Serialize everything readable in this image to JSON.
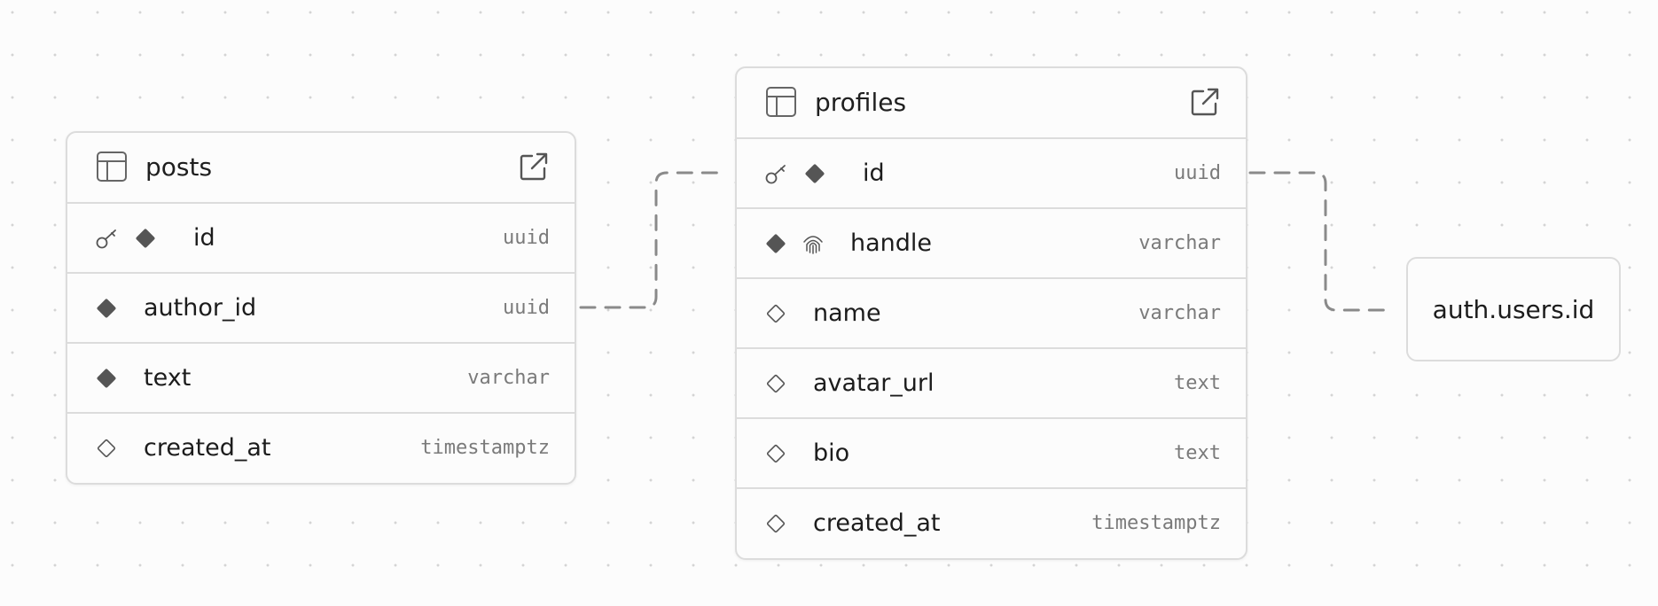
{
  "tables": [
    {
      "name": "posts",
      "columns": [
        {
          "name": "id",
          "type": "uuid",
          "icons": [
            "key-icon",
            "filled-diamond-icon"
          ]
        },
        {
          "name": "author_id",
          "type": "uuid",
          "icons": [
            "filled-diamond-icon"
          ]
        },
        {
          "name": "text",
          "type": "varchar",
          "icons": [
            "filled-diamond-icon"
          ]
        },
        {
          "name": "created_at",
          "type": "timestamptz",
          "icons": [
            "hollow-diamond-icon"
          ]
        }
      ]
    },
    {
      "name": "profiles",
      "columns": [
        {
          "name": "id",
          "type": "uuid",
          "icons": [
            "key-icon",
            "filled-diamond-icon"
          ]
        },
        {
          "name": "handle",
          "type": "varchar",
          "icons": [
            "filled-diamond-icon",
            "fingerprint-icon"
          ]
        },
        {
          "name": "name",
          "type": "varchar",
          "icons": [
            "hollow-diamond-icon"
          ]
        },
        {
          "name": "avatar_url",
          "type": "text",
          "icons": [
            "hollow-diamond-icon"
          ]
        },
        {
          "name": "bio",
          "type": "text",
          "icons": [
            "hollow-diamond-icon"
          ]
        },
        {
          "name": "created_at",
          "type": "timestamptz",
          "icons": [
            "hollow-diamond-icon"
          ]
        }
      ]
    }
  ],
  "reference": {
    "label": "auth.users.id"
  },
  "relations": [
    {
      "from": "posts.author_id",
      "to": "profiles.id"
    },
    {
      "from": "profiles.id",
      "to": "auth.users.id"
    }
  ],
  "colors": {
    "border": "#dcdcdc",
    "icon": "#555555",
    "connector": "#8a8a8a",
    "type_text": "#7a7a7a",
    "background": "#fcfcfc"
  }
}
